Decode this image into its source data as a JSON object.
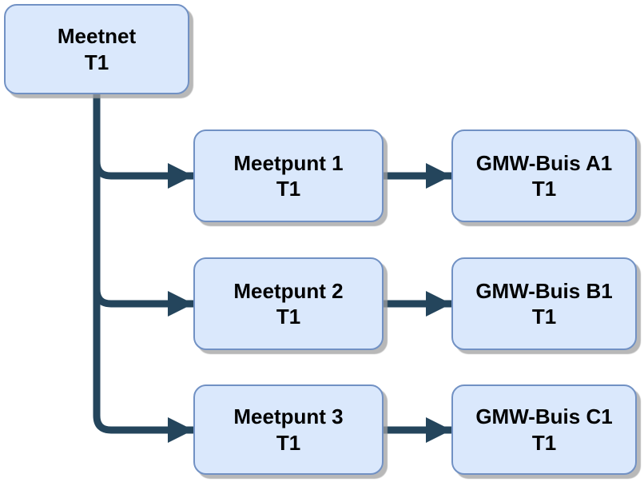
{
  "diagram": {
    "type": "tree-flowchart",
    "background_color": "#ffffff",
    "node_fill_color": "#dae8fc",
    "node_border_color": "#7191c4",
    "edge_color": "#24455c",
    "text_color": "#000000",
    "nodes": [
      {
        "id": "meetnet",
        "title": "Meetnet",
        "subtitle": "T1"
      },
      {
        "id": "meetpunt-1",
        "title": "Meetpunt 1",
        "subtitle": "T1"
      },
      {
        "id": "meetpunt-2",
        "title": "Meetpunt 2",
        "subtitle": "T1"
      },
      {
        "id": "meetpunt-3",
        "title": "Meetpunt 3",
        "subtitle": "T1"
      },
      {
        "id": "gmw-buis-a1",
        "title": "GMW-Buis A1",
        "subtitle": "T1"
      },
      {
        "id": "gmw-buis-b1",
        "title": "GMW-Buis B1",
        "subtitle": "T1"
      },
      {
        "id": "gmw-buis-c1",
        "title": "GMW-Buis C1",
        "subtitle": "T1"
      }
    ],
    "edges": [
      {
        "from": "meetnet",
        "to": "meetpunt-1"
      },
      {
        "from": "meetnet",
        "to": "meetpunt-2"
      },
      {
        "from": "meetnet",
        "to": "meetpunt-3"
      },
      {
        "from": "meetpunt-1",
        "to": "gmw-buis-a1"
      },
      {
        "from": "meetpunt-2",
        "to": "gmw-buis-b1"
      },
      {
        "from": "meetpunt-3",
        "to": "gmw-buis-c1"
      }
    ]
  }
}
